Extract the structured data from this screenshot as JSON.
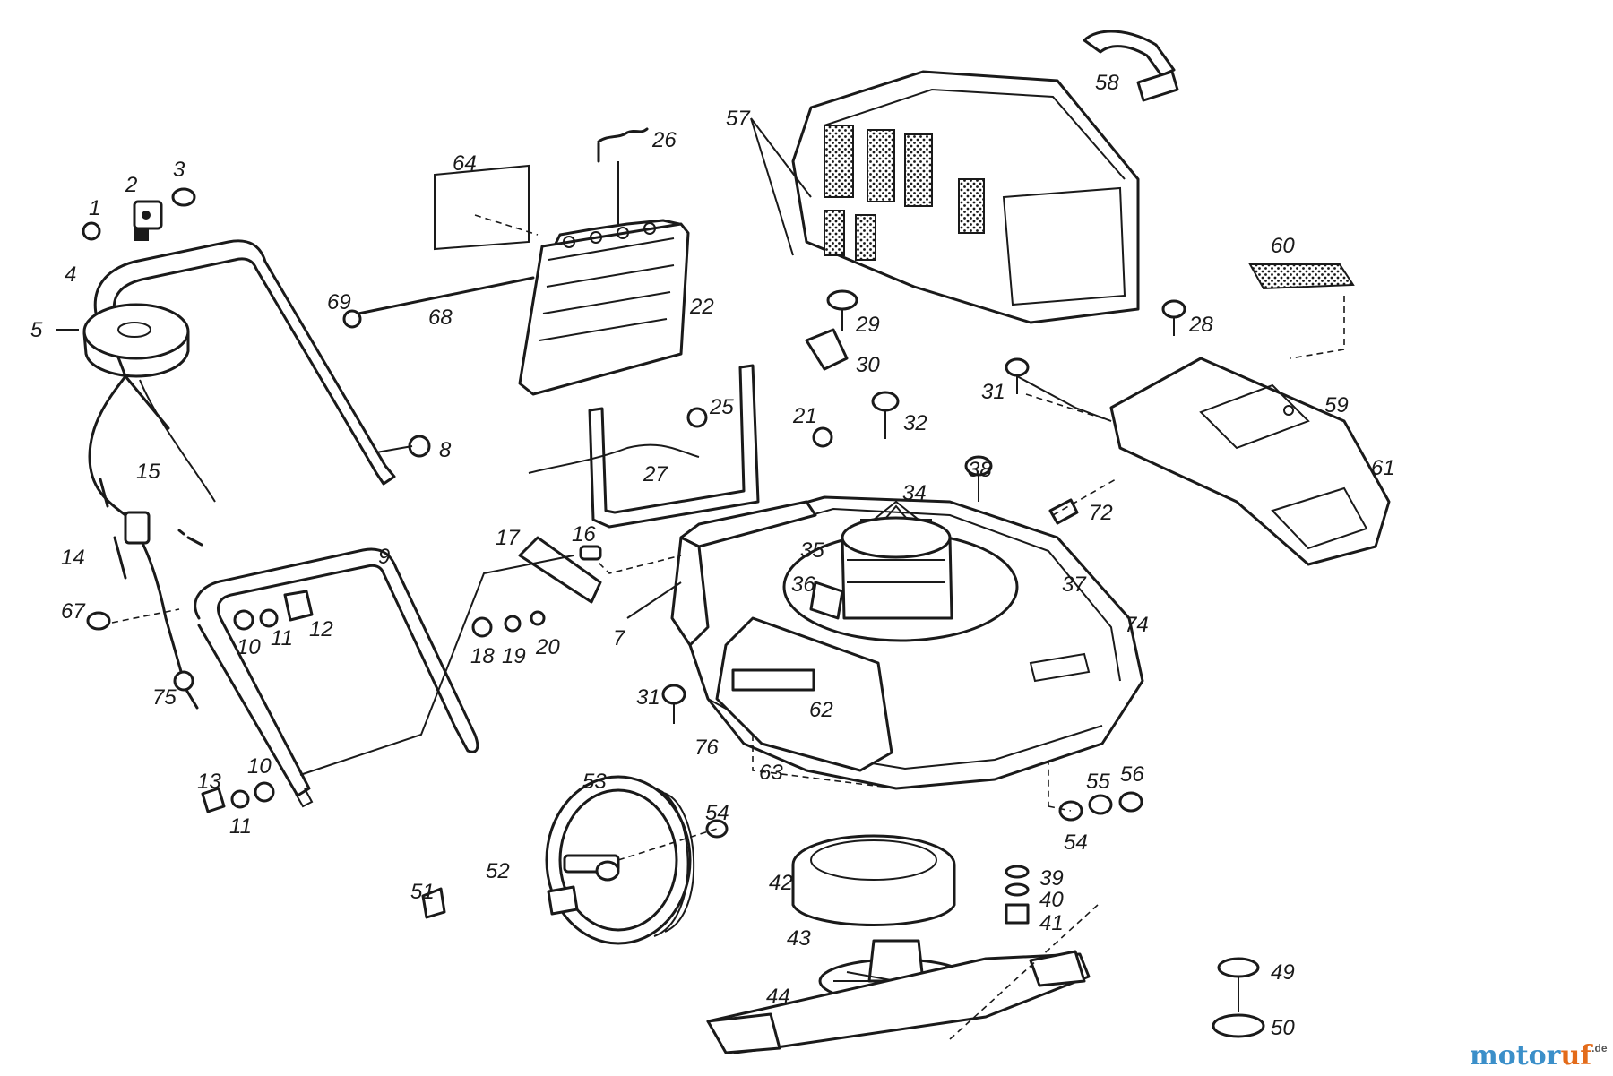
{
  "diagram": {
    "watermark": {
      "motor": "motor",
      "uf": "uf",
      "suffix": ".de",
      "colors": {
        "motor": "#3b8fc9",
        "uf": "#e36b1a"
      }
    },
    "labels": [
      "1",
      "2",
      "3",
      "4",
      "5",
      "8",
      "9",
      "10",
      "11",
      "12",
      "13",
      "10",
      "11",
      "14",
      "15",
      "67",
      "75",
      "64",
      "26",
      "69",
      "68",
      "22",
      "25",
      "27",
      "17",
      "16",
      "18",
      "19",
      "20",
      "7",
      "29",
      "30",
      "21",
      "32",
      "34",
      "35",
      "36",
      "37",
      "38",
      "31",
      "62",
      "76",
      "63",
      "74",
      "57",
      "58",
      "60",
      "28",
      "31",
      "59",
      "61",
      "72",
      "53",
      "52",
      "51",
      "54",
      "42",
      "39",
      "40",
      "41",
      "43",
      "44",
      "54",
      "55",
      "56",
      "49",
      "50"
    ]
  }
}
